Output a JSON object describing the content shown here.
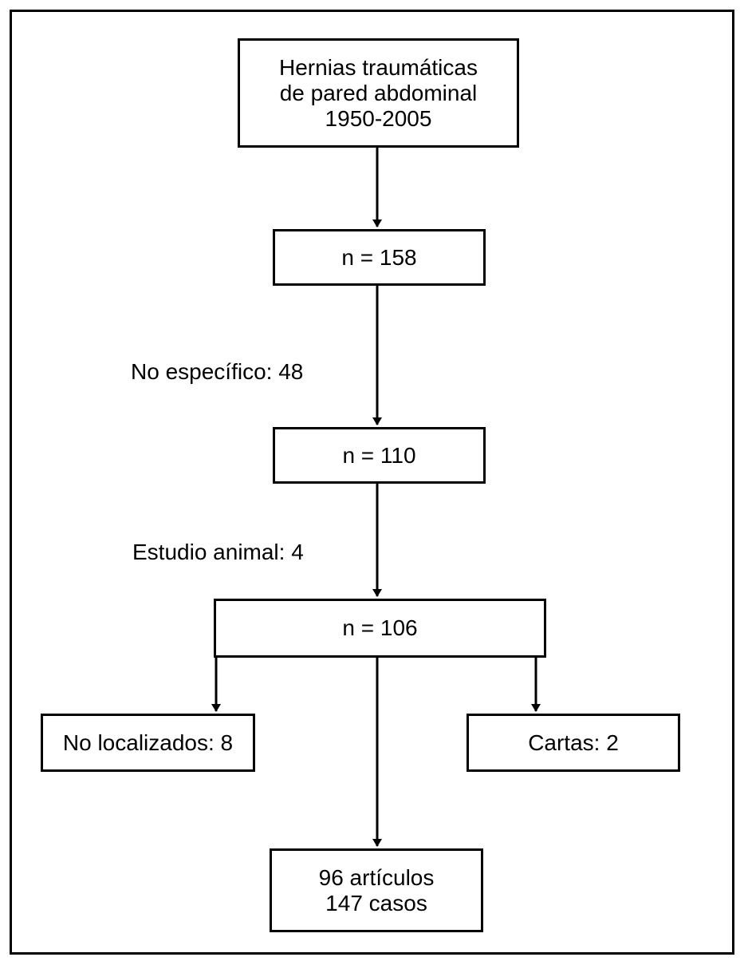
{
  "flowchart": {
    "title_box": [
      "Hernias traumáticas",
      "de pared abdominal",
      "1950-2005"
    ],
    "n1_box": "n = 158",
    "exclusion1": "No específico: 48",
    "n2_box": "n = 110",
    "exclusion2": "Estudio animal: 4",
    "n3_box": "n = 106",
    "left_box": "No localizados: 8",
    "right_box": "Cartas: 2",
    "final_box": [
      "96 artículos",
      "147 casos"
    ]
  }
}
